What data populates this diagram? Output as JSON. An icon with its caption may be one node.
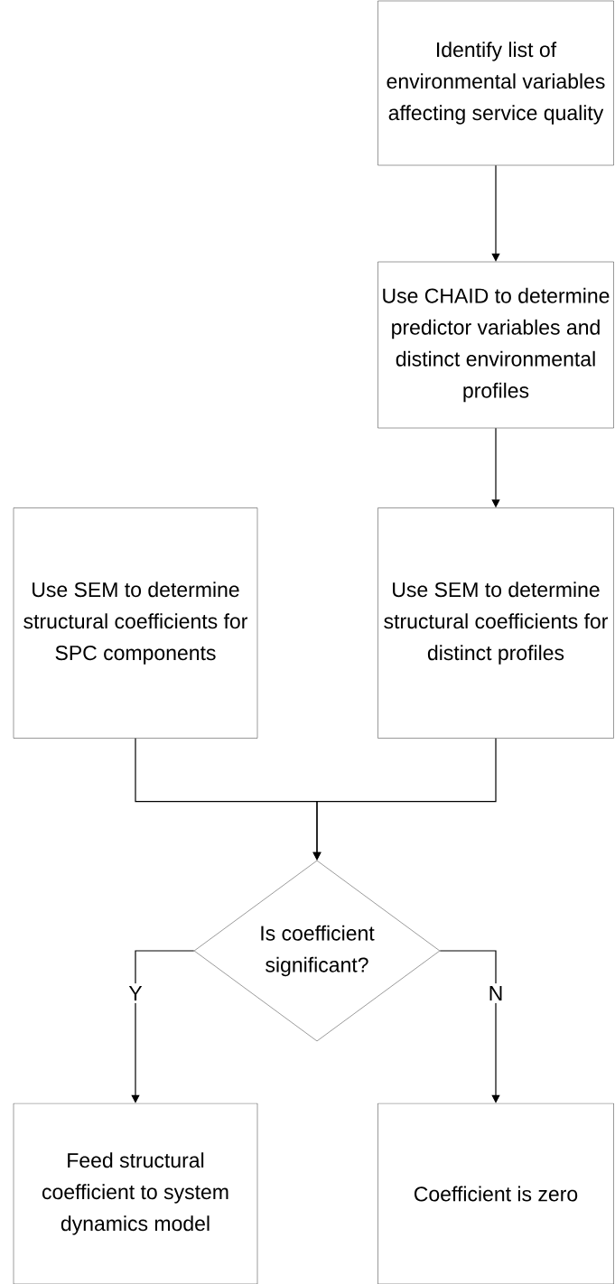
{
  "diagram": {
    "nodes": [
      {
        "text": [
          "Identify list of environmental variables affecting service quality"
        ]
      },
      {
        "text": [
          "Use CHAID to determine predictor variables and distinct environmental profiles"
        ]
      },
      {
        "text": [
          "Use SEM to determine structural coefficients for SPC components"
        ]
      },
      {
        "text": [
          "Use SEM to determine structural coefficients for distinct profiles"
        ]
      },
      {
        "text": [
          "Is coefficient significant?"
        ]
      },
      {
        "text": [
          "Feed structural coefficient to system dynamics model"
        ]
      },
      {
        "text": [
          "Coefficient is zero"
        ]
      }
    ],
    "edges": [
      {
        "from": 0,
        "to": 1,
        "arrow": "to"
      },
      {
        "from": 1,
        "to": 3,
        "arrow": "to"
      },
      {
        "from": 2,
        "to": 4,
        "arrow": "to"
      },
      {
        "from": 3,
        "to": 4,
        "arrow": "to"
      },
      {
        "from": 4,
        "to": 5,
        "arrow": "to",
        "label": "Y"
      },
      {
        "from": 4,
        "to": 6,
        "arrow": "to",
        "label": "N"
      }
    ]
  }
}
